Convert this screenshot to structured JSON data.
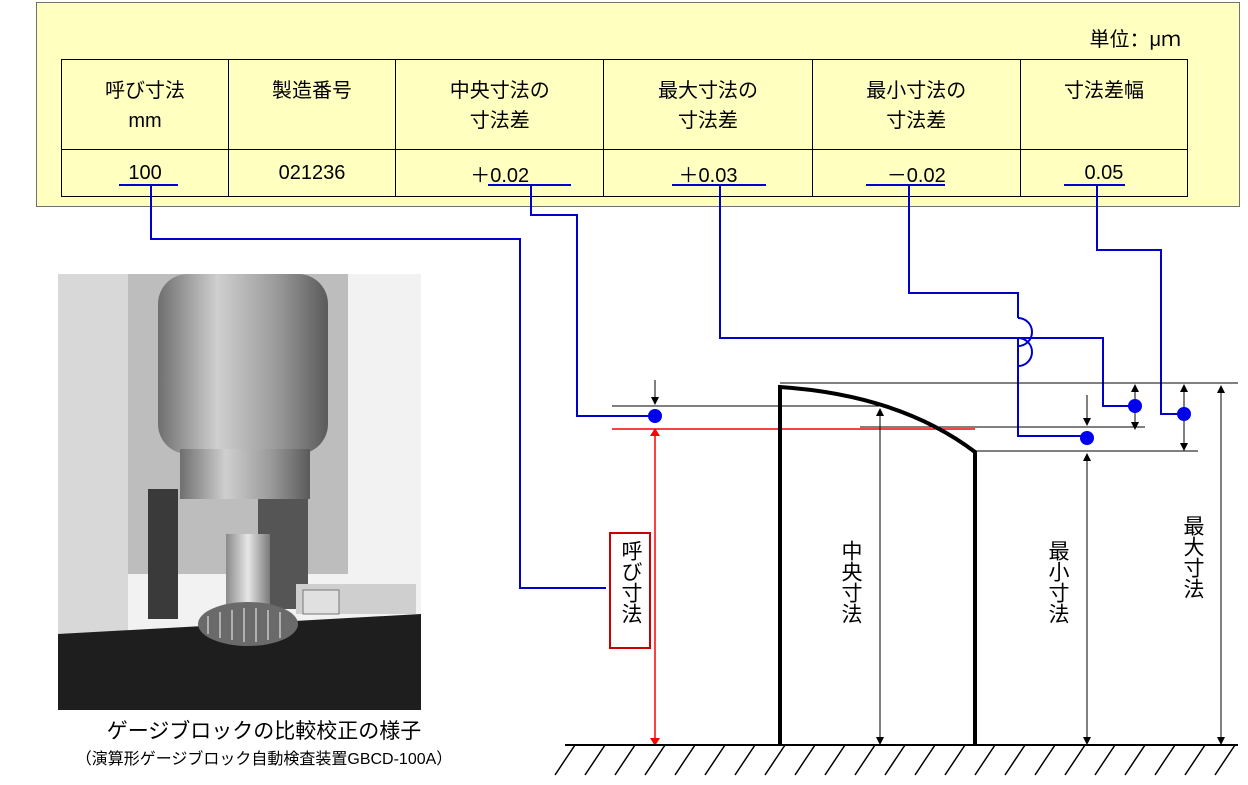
{
  "unit_label": "単位：μｍ",
  "table": {
    "headers": [
      {
        "line1": "呼び寸法",
        "line2": "mm"
      },
      {
        "line1": "製造番号",
        "line2": ""
      },
      {
        "line1": "中央寸法の",
        "line2": "寸法差"
      },
      {
        "line1": "最大寸法の",
        "line2": "寸法差"
      },
      {
        "line1": "最小寸法の",
        "line2": "寸法差"
      },
      {
        "line1": "寸法差幅",
        "line2": ""
      }
    ],
    "values": [
      "100",
      "021236",
      "＋0.02",
      "＋0.03",
      "－0.02",
      "0.05"
    ]
  },
  "photo": {
    "caption": "ゲージブロックの比較校正の様子",
    "subcaption": "（演算形ゲージブロック自動検査装置GBCD-100A）"
  },
  "diagram": {
    "labels": {
      "nominal": "呼び寸法",
      "central": "中央寸法",
      "minimum": "最小寸法",
      "maximum": "最大寸法"
    }
  },
  "colors": {
    "panel_bg": "#ffffc0",
    "leader": "#0000cc",
    "marker": "#0000ee",
    "nominal_line": "#ff0000"
  }
}
